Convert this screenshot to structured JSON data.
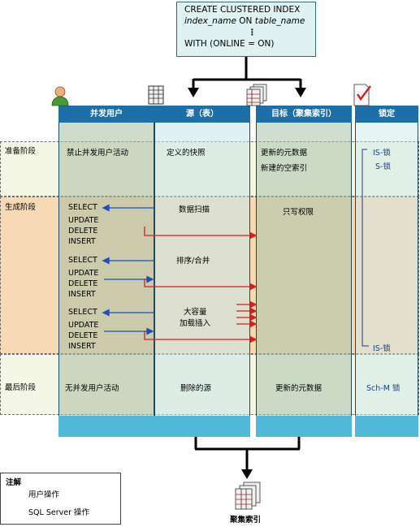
{
  "command": {
    "line1": "CREATE CLUSTERED INDEX",
    "line2": "index_name",
    "line2b": " ON ",
    "line2c": "table_name",
    "dots": "⋮",
    "line4": "WITH (ONLINE = ON)"
  },
  "columns": [
    {
      "label": "并发用户",
      "icon": "user-icon"
    },
    {
      "label": "源（表）",
      "icon": "table-icon"
    },
    {
      "label": "目标（聚集索引）",
      "icon": "stacked-tables-icon"
    },
    {
      "label": "锁定",
      "icon": "checkmark-icon"
    }
  ],
  "phases": {
    "prep": "准备阶段",
    "build": "生成阶段",
    "final": "最后阶段"
  },
  "prep_cells": {
    "users": "禁止并发用户活动",
    "source": "定义的快照",
    "target1": "更新的元数据",
    "target2": "新建的空索引",
    "lock1": "IS-锁",
    "lock2": "S-锁"
  },
  "build_cells": {
    "source1": "数据扫描",
    "source2": "排序/合并",
    "source3a": "大容量",
    "source3b": "加载插入",
    "target": "只写权限",
    "lock": "IS-锁",
    "ops": [
      "SELECT",
      "UPDATE",
      "DELETE",
      "INSERT"
    ]
  },
  "final_cells": {
    "users": "无并发用户活动",
    "source": "删除的源",
    "target": "更新的元数据",
    "lock": "Sch-M 锁"
  },
  "result": "聚集索引",
  "legend": {
    "title": "注解",
    "user_op": "用户操作",
    "sql_op": "SQL Server 操作"
  },
  "colors": {
    "user_arrow": "#1f4fb4",
    "sql_arrow": "#d32020",
    "header": "#1e6fa8",
    "footer": "#52b8d9"
  }
}
